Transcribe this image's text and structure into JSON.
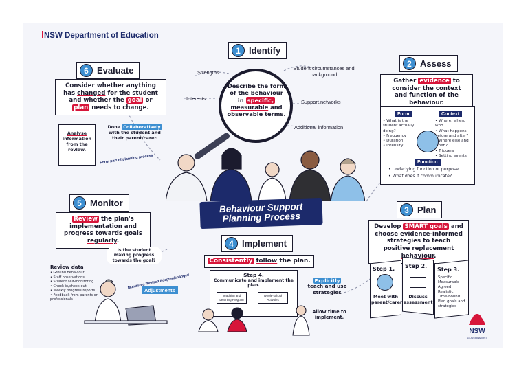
{
  "header": {
    "department": "NSW Department of Education"
  },
  "center": {
    "banner_line1": "Behaviour Support",
    "banner_line2": "Planning Process"
  },
  "identify": {
    "number": "1",
    "title": "Identify",
    "lens_pre": "Describe the ",
    "lens_form": "form",
    "lens_mid": " of the behaviour in ",
    "lens_specific": "specific,",
    "lens_measurable": "measurable",
    "lens_and": " and ",
    "lens_observable": "observable",
    "lens_end": " terms.",
    "labels": [
      "Strengths",
      "Interests",
      "Student circumstances and background",
      "Support networks",
      "Additional information"
    ]
  },
  "assess": {
    "number": "2",
    "title": "Assess",
    "text_1": "Gather ",
    "evidence": "evidence",
    "text_2": " to consider the ",
    "context": "context",
    "text_3": " and ",
    "function": "function",
    "text_4": " of the behaviour.",
    "form_heading": "Form",
    "form_items": "• What is the student actually doing?\n• Frequency\n• Duration\n• Intensity",
    "context_heading": "Context",
    "context_items": "• Where, when, who\n• What happens before and after?\n• Where else and when?\n• Triggers\n• Setting events",
    "function_heading": "Function",
    "function_items": [
      "• Underlying function or purpose",
      "• What does it communicate?"
    ]
  },
  "plan": {
    "number": "3",
    "title": "Plan",
    "text_1": "Develop ",
    "smart": "SMART goals",
    "text_2": " and choose evidence-informed strategies to teach ",
    "positive": "positive replacement behaviour",
    "text_3": ".",
    "step1_title": "Step 1.",
    "step1_text": "Meet with parent/carer",
    "step2_title": "Step 2.",
    "step2_text": "Discuss assessment",
    "step3_title": "Step 3.",
    "step3_text": "Specific\nMeasurable\nAgreed\nRealistic\nTime-bound\nPlan goals and strategies"
  },
  "implement": {
    "number": "4",
    "title": "Implement",
    "consistently": "Consistently",
    "follow": "follow",
    "rest": " the plan.",
    "board_title": "Step 4.",
    "board_sub": "Communicate and implement the plan.",
    "doc1": "Teaching and Learning Program",
    "doc2": "Whole-school Activities",
    "explicitly": "Explicitly",
    "teach_rest": "teach and use strategies",
    "allow_text": "Allow time to implement."
  },
  "monitor": {
    "number": "5",
    "title": "Monitor",
    "review": "Review",
    "text_1": " the plan's implementation and progress towards goals ",
    "regularly": "regularly",
    "text_2": ".",
    "question": "Is the student making progress towards the goal?",
    "review_data_title": "Review data",
    "review_data_items": "• Ground behaviour\n• Staff observations\n• Student self-monitoring\n• Check-in/check-out\n• Weekly progress reports\n• Feedback from parents or professionals",
    "arc_text": "Monitored  Revised  Adapted/changed",
    "adjustments": "Adjustments"
  },
  "evaluate": {
    "number": "6",
    "title": "Evaluate",
    "text_1": "Consider whether anything has ",
    "changed": "changed",
    "text_2": " for the student and whether the ",
    "goal": "goal",
    "text_3": " or ",
    "plan": "plan",
    "text_4": " needs to change.",
    "analyse_heading": "Analyse",
    "analyse_text": "information from the review.",
    "done": "Done ",
    "collab": "Collaboratively",
    "done_rest": " with the student and their parent/carer.",
    "form_part": "Form part of planning process"
  },
  "logo": {
    "text": "NSW",
    "sub": "GOVERNMENT"
  },
  "colors": {
    "navy": "#1c2a6b",
    "red": "#d7153a",
    "blue": "#3d8fd1",
    "background": "#f4f5fa"
  }
}
